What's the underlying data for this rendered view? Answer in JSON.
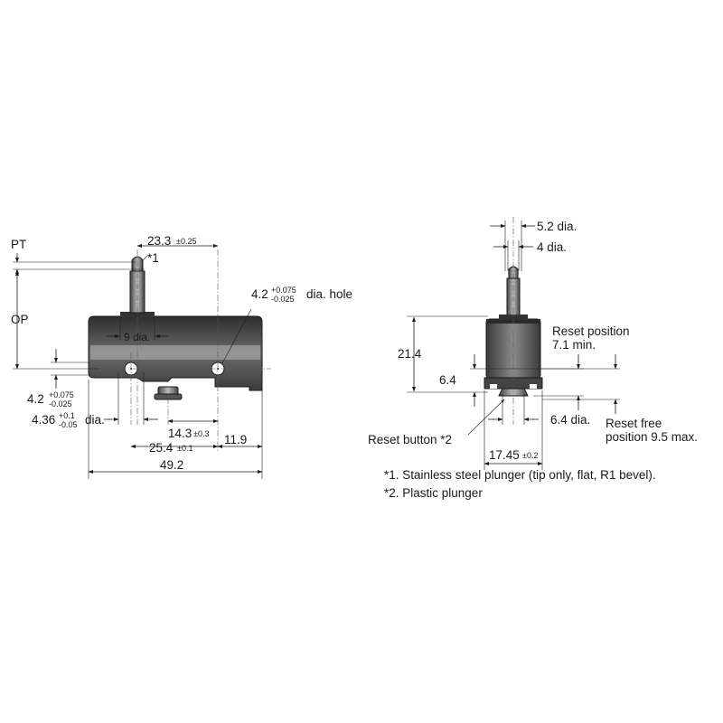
{
  "left_view": {
    "pt_label": "PT",
    "op_label": "OP",
    "star1": "*1",
    "dim_23_3": "23.3",
    "tol_23_3": "±0.25",
    "dia_9": "9 dia.",
    "hole_main": "4.2",
    "hole_tol_plus": "+0.075",
    "hole_tol_minus": "-0.025",
    "hole_suffix": "dia. hole",
    "dim_4_2": "4.2",
    "dim_4_2_plus": "+0.075",
    "dim_4_2_minus": "-0.025",
    "dim_4_36": "4.36",
    "dim_4_36_plus": "+0.1",
    "dim_4_36_minus": "-0.05",
    "dim_4_36_suffix": "dia.",
    "dim_14_3": "14.3",
    "tol_14_3": "±0.3",
    "dim_25_4": "25.4",
    "tol_25_4": "±0.1",
    "dim_11_9": "11.9",
    "dim_49_2": "49.2"
  },
  "right_view": {
    "dia_5_2": "5.2 dia.",
    "dia_4": "4 dia.",
    "dim_21_4": "21.4",
    "dim_6_4_left": "6.4",
    "reset_position_line1": "Reset position",
    "reset_position_line2": "7.1 min.",
    "dia_6_4": "6.4 dia.",
    "reset_free_line1": "Reset free",
    "reset_free_line2": "position 9.5 max.",
    "reset_button": "Reset button *2",
    "dim_17_45": "17.45",
    "tol_17_45": "±0.2"
  },
  "notes": [
    "*1. Stainless steel plunger (tip only, flat, R1 bevel).",
    "*2. Plastic plunger"
  ]
}
